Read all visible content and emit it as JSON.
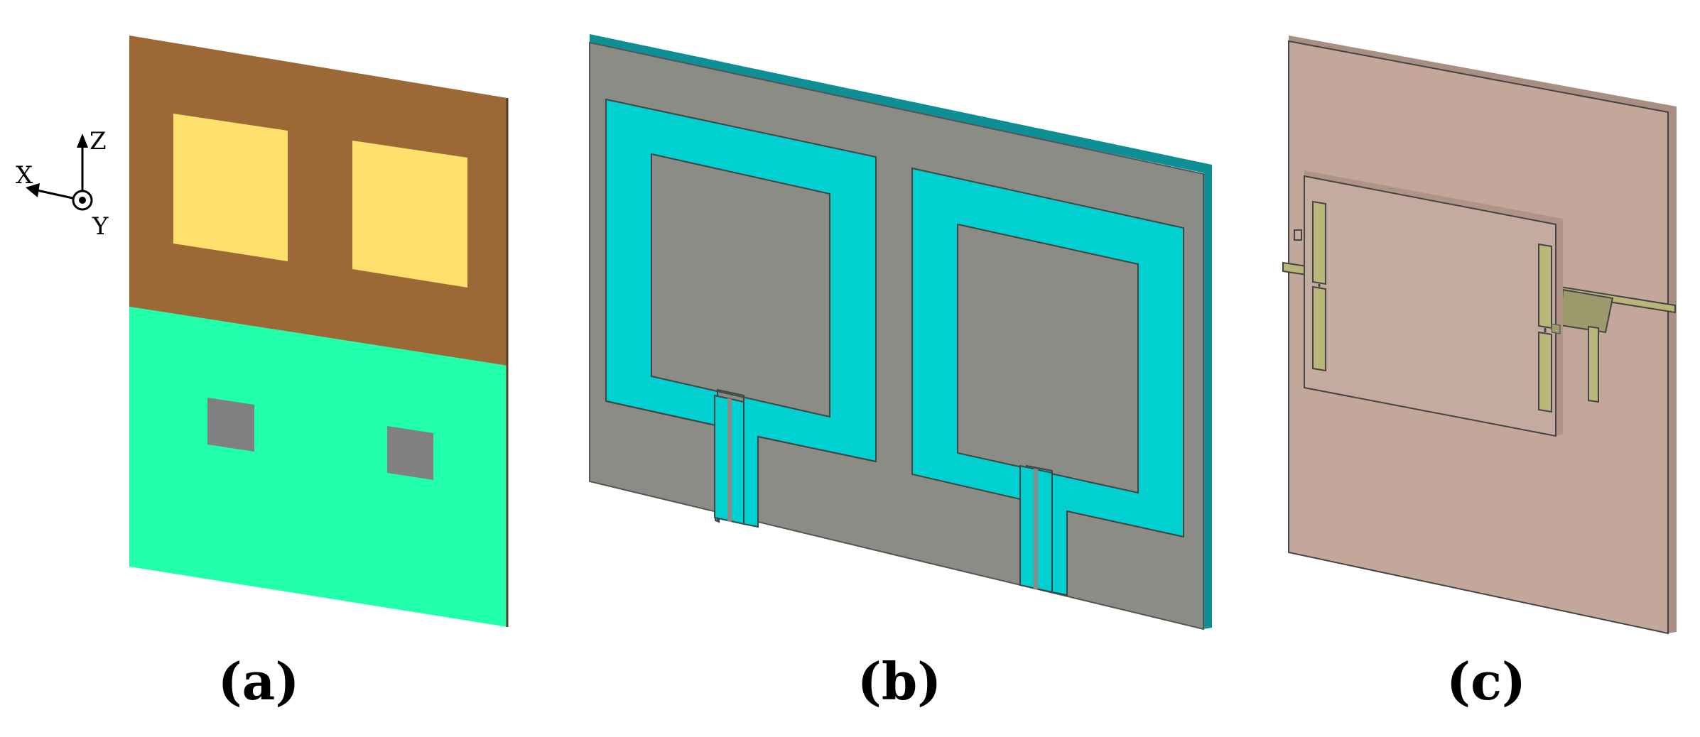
{
  "figure": {
    "panels": [
      {
        "id": "a",
        "label": "(a)"
      },
      {
        "id": "b",
        "label": "(b)"
      },
      {
        "id": "c",
        "label": "(c)"
      }
    ],
    "axes": {
      "x": "X",
      "y": "Y",
      "z": "Z"
    }
  },
  "colors": {
    "background": "#ffffff",
    "panel_a_upper": "#9c6835",
    "panel_a_patch": "#ffe06c",
    "panel_a_lower": "#21ffaa",
    "panel_a_slot": "#808080",
    "panel_b_substrate": "#8c8c86",
    "panel_b_edge": "#0e8f95",
    "panel_b_metal": "#00d0d0",
    "panel_c_board": "#c4a79b",
    "panel_c_inner": "#c5ab9f",
    "panel_c_strip": "#b9b67a"
  }
}
